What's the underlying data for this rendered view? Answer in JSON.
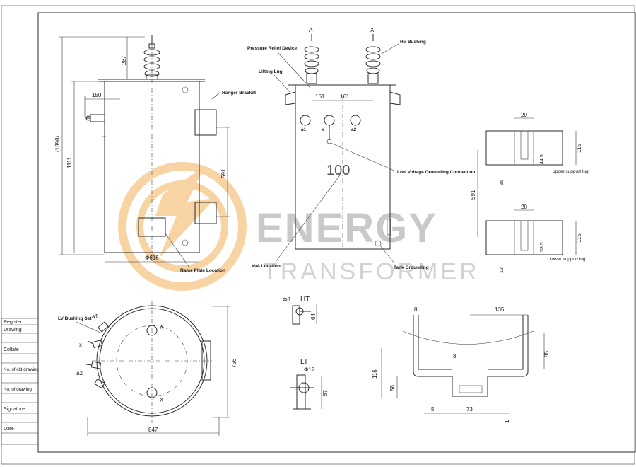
{
  "watermark": {
    "line1": "ENERGY",
    "line2": "TRANSFORMER",
    "logo_color": "#f3b05a",
    "text_color": "#c9c9c9"
  },
  "title_block": {
    "rows": [
      "Register",
      "Drawing",
      "Collate",
      "No. of old drawing",
      "No. of drawing",
      "Signature",
      "Date"
    ]
  },
  "side_view": {
    "dims": {
      "overall_height": "(1398)",
      "tank_height": "1111",
      "bushing_height": "287",
      "offset": "150",
      "bracket_spacing": "591",
      "diameter": "Φ616"
    },
    "labels": {
      "hanger_bracket": "Hanger Bracket",
      "name_plate": "Name Plate Location"
    }
  },
  "front_view": {
    "terminals": {
      "A": "A",
      "X": "X",
      "x1": "a1",
      "x": "x",
      "x2": "a2"
    },
    "dims": {
      "left": "161",
      "right": "161"
    },
    "rating": "100",
    "labels": {
      "pressure_relief": "Pressure Relief Device",
      "hv_bushing": "HV Bushing",
      "lifting_lug": "Lifting Lug",
      "lv_grounding": "Low Voltage Grounding Connection",
      "kva_location": "kVA Location",
      "tank_grounding": "Tank Grounding"
    }
  },
  "support_lugs": {
    "dims": {
      "width_upper": "20",
      "height_upper": "115",
      "slot_upper": "44.5",
      "offset_upper": "16",
      "spacing": "591",
      "width_lower": "20",
      "height_lower": "115",
      "slot_lower": "53.5",
      "offset_lower": "12"
    },
    "labels": {
      "upper": "upper support lug",
      "lower": "lower support lug"
    }
  },
  "top_view": {
    "dims": {
      "width": "847",
      "depth": "756"
    },
    "labels": {
      "lv_bushing": "LV Bushing Set",
      "a1": "a1",
      "a2": "a2",
      "x": "x",
      "A": "A",
      "X": "X"
    }
  },
  "ht_detail": {
    "title": "HT",
    "dia": "Φ8",
    "height": "64"
  },
  "lt_detail": {
    "title": "LT",
    "dia": "Φ17",
    "height": "67"
  },
  "section": {
    "dims": {
      "d8": "8",
      "d135": "135",
      "d85": "85",
      "d116": "116",
      "d8b": "8",
      "d58": "58",
      "d5": "5",
      "d73": "73",
      "d1": "1"
    }
  }
}
